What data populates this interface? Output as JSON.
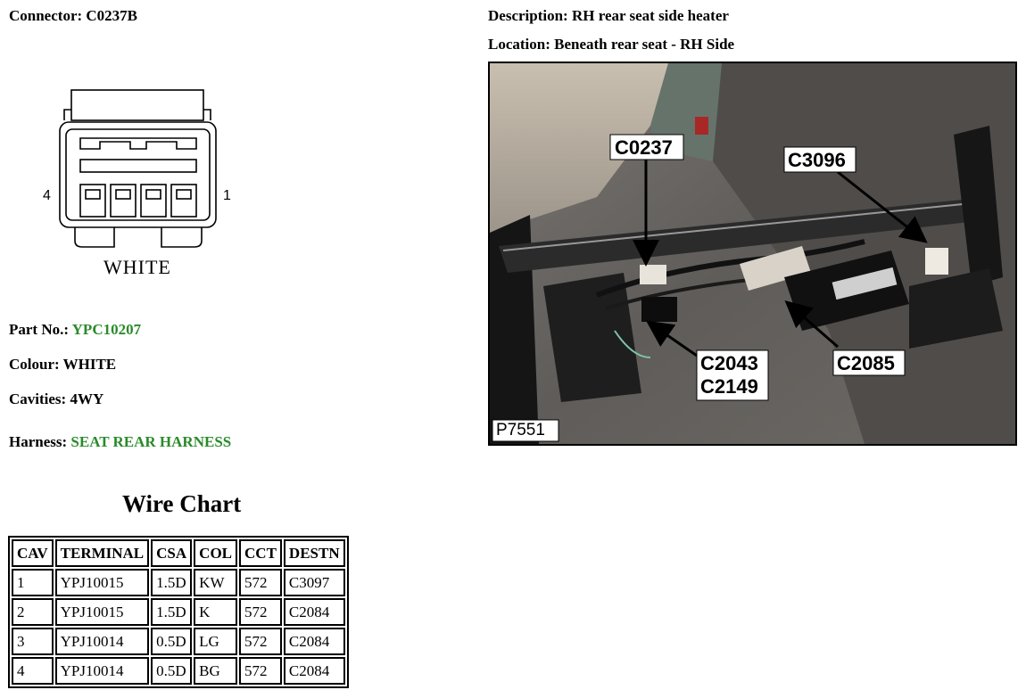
{
  "connector": {
    "label": "Connector:",
    "value": "C0237B"
  },
  "description": {
    "label": "Description:",
    "value": "RH rear seat side heater"
  },
  "location": {
    "label": "Location:",
    "value": "Beneath rear seat - RH Side"
  },
  "diagram": {
    "pin_left": "4",
    "pin_right": "1",
    "color_label": "WHITE"
  },
  "part_no": {
    "label": "Part No.:",
    "value": "YPC10207"
  },
  "colour": {
    "label": "Colour:",
    "value": "WHITE"
  },
  "cavities": {
    "label": "Cavities:",
    "value": "4WY"
  },
  "harness": {
    "label": "Harness:",
    "value": "SEAT REAR HARNESS"
  },
  "wire_chart": {
    "title": "Wire Chart",
    "headers": [
      "CAV",
      "TERMINAL",
      "CSA",
      "COL",
      "CCT",
      "DESTN"
    ],
    "rows": [
      [
        "1",
        "YPJ10015",
        "1.5D",
        "KW",
        "572",
        "C3097"
      ],
      [
        "2",
        "YPJ10015",
        "1.5D",
        "K",
        "572",
        "C2084"
      ],
      [
        "3",
        "YPJ10014",
        "0.5D",
        "LG",
        "572",
        "C2084"
      ],
      [
        "4",
        "YPJ10014",
        "0.5D",
        "BG",
        "572",
        "C2084"
      ]
    ]
  },
  "photo": {
    "callouts": [
      "C0237",
      "C3096",
      "C2043",
      "C2149",
      "C2085"
    ],
    "id": "P7551"
  }
}
